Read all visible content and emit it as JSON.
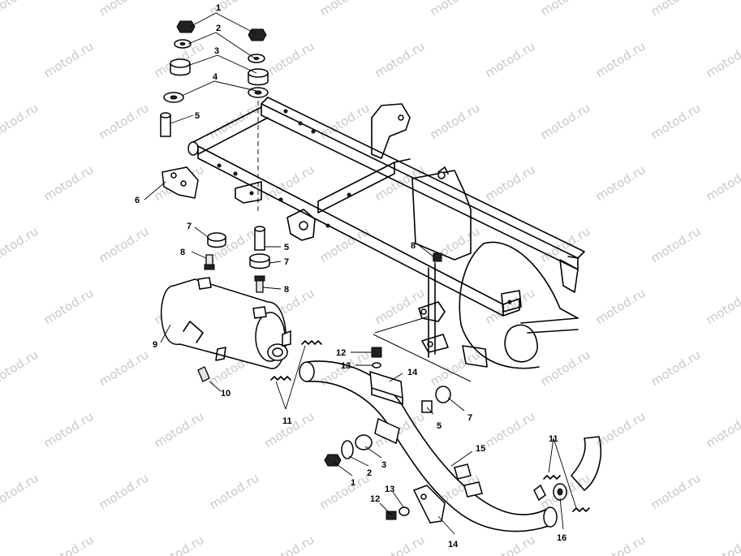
{
  "watermark": {
    "text": "motod.ru"
  },
  "callouts": {
    "c1a": "1",
    "c2a": "2",
    "c3a": "3",
    "c4a": "4",
    "c5a": "5",
    "c6": "6",
    "c7a": "7",
    "c8a": "8",
    "c5b": "5",
    "c7b": "7",
    "c8b": "8",
    "c8c": "8",
    "c9": "9",
    "c10": "10",
    "c11a": "11",
    "c12a": "12",
    "c13a": "13",
    "c14a": "14",
    "c5c": "5",
    "c7c": "7",
    "c15": "15",
    "c1b": "1",
    "c2b": "2",
    "c3b": "3",
    "c11b": "11",
    "c12b": "12",
    "c13b": "13",
    "c14b": "14",
    "c16": "16"
  }
}
